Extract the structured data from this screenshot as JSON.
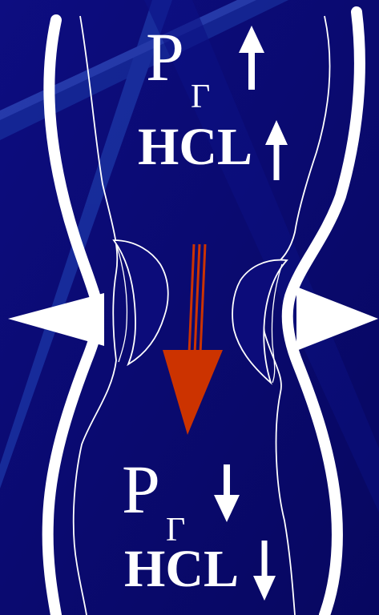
{
  "upper": {
    "pressure_symbol": "P",
    "pressure_subscript": "Г",
    "acid_label": "HCL"
  },
  "lower": {
    "pressure_symbol": "P",
    "pressure_subscript": "Г",
    "acid_label": "HCL"
  },
  "colors": {
    "background": "#0a0a6e",
    "accent_arrow": "#cc3300",
    "wall": "#ffffff"
  }
}
